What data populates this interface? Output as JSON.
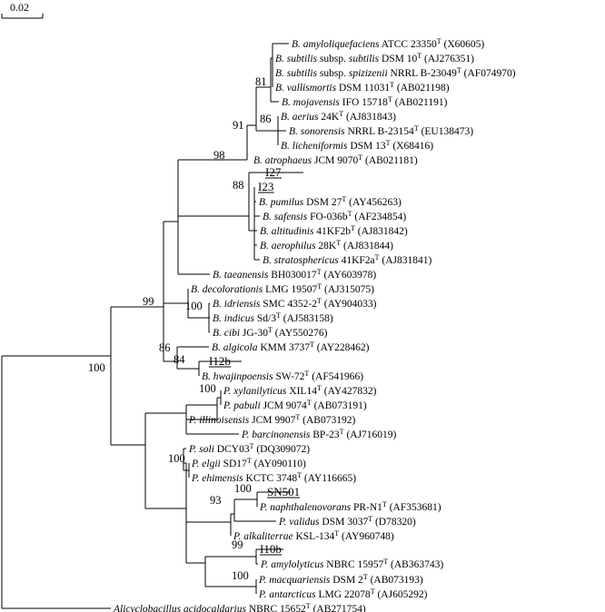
{
  "scale_bar": {
    "label": "0.02"
  },
  "leaves": [
    {
      "id": "l1",
      "parts": [
        {
          "t": "B. amyloliquefaciens",
          "i": true
        },
        {
          "t": " ATCC 23350"
        },
        {
          "t": "T",
          "s": true
        },
        {
          "t": " (X60605)"
        }
      ]
    },
    {
      "id": "l2",
      "parts": [
        {
          "t": "B. subtilis",
          "i": true
        },
        {
          "t": " subsp. "
        },
        {
          "t": "subtilis",
          "i": true
        },
        {
          "t": " DSM 10"
        },
        {
          "t": "T",
          "s": true
        },
        {
          "t": " (AJ276351)"
        }
      ]
    },
    {
      "id": "l3",
      "parts": [
        {
          "t": "B. subtilis",
          "i": true
        },
        {
          "t": " subsp. "
        },
        {
          "t": "spizizenii",
          "i": true
        },
        {
          "t": " NRRL B-23049"
        },
        {
          "t": "T",
          "s": true
        },
        {
          "t": " (AF074970)"
        }
      ]
    },
    {
      "id": "l4",
      "parts": [
        {
          "t": "B. vallismortis",
          "i": true
        },
        {
          "t": " DSM 11031"
        },
        {
          "t": "T",
          "s": true
        },
        {
          "t": " (AB021198)"
        }
      ]
    },
    {
      "id": "l5",
      "parts": [
        {
          "t": "B. mojavensis",
          "i": true
        },
        {
          "t": " IFO 15718"
        },
        {
          "t": "T",
          "s": true
        },
        {
          "t": " (AB021191)"
        }
      ]
    },
    {
      "id": "l6",
      "parts": [
        {
          "t": "B. aerius",
          "i": true
        },
        {
          "t": " 24K"
        },
        {
          "t": "T",
          "s": true
        },
        {
          "t": " (AJ831843)"
        }
      ]
    },
    {
      "id": "l7",
      "parts": [
        {
          "t": "B. sonorensis",
          "i": true
        },
        {
          "t": " NRRL B-23154"
        },
        {
          "t": "T",
          "s": true
        },
        {
          "t": " (EU138473)"
        }
      ]
    },
    {
      "id": "l8",
      "parts": [
        {
          "t": "B. licheniformis",
          "i": true
        },
        {
          "t": " DSM 13"
        },
        {
          "t": "T",
          "s": true
        },
        {
          "t": " (X68416)"
        }
      ]
    },
    {
      "id": "l9",
      "parts": [
        {
          "t": "B. atrophaeus",
          "i": true
        },
        {
          "t": " JCM 9070"
        },
        {
          "t": "T",
          "s": true
        },
        {
          "t": " (AB021181)"
        }
      ]
    },
    {
      "id": "l10",
      "parts": [
        {
          "t": "I27",
          "u": true
        }
      ]
    },
    {
      "id": "l11",
      "parts": [
        {
          "t": "I23",
          "u": true
        }
      ]
    },
    {
      "id": "l12",
      "parts": [
        {
          "t": "B. pumilus",
          "i": true
        },
        {
          "t": " DSM 27"
        },
        {
          "t": "T",
          "s": true
        },
        {
          "t": " (AY456263)"
        }
      ]
    },
    {
      "id": "l13",
      "parts": [
        {
          "t": "B. safensis",
          "i": true
        },
        {
          "t": " FO-036b"
        },
        {
          "t": "T",
          "s": true
        },
        {
          "t": " (AF234854)"
        }
      ]
    },
    {
      "id": "l14",
      "parts": [
        {
          "t": "B. altitudinis",
          "i": true
        },
        {
          "t": "  41KF2b"
        },
        {
          "t": "T",
          "s": true
        },
        {
          "t": " (AJ831842)"
        }
      ]
    },
    {
      "id": "l15",
      "parts": [
        {
          "t": "B. aerophilus",
          "i": true
        },
        {
          "t": " 28K"
        },
        {
          "t": "T",
          "s": true
        },
        {
          "t": "  (AJ831844)"
        }
      ]
    },
    {
      "id": "l16",
      "parts": [
        {
          "t": "B. stratosphericus",
          "i": true
        },
        {
          "t": "  41KF2a"
        },
        {
          "t": "T",
          "s": true
        },
        {
          "t": " (AJ831841)"
        }
      ]
    },
    {
      "id": "l17",
      "parts": [
        {
          "t": "B. taeanensis",
          "i": true
        },
        {
          "t": "  BH030017"
        },
        {
          "t": "T",
          "s": true
        },
        {
          "t": " (AY603978)"
        }
      ]
    },
    {
      "id": "l18",
      "parts": [
        {
          "t": "B. decolorationis",
          "i": true
        },
        {
          "t": " LMG 19507"
        },
        {
          "t": "T",
          "s": true
        },
        {
          "t": " (AJ315075)"
        }
      ]
    },
    {
      "id": "l19",
      "parts": [
        {
          "t": "B. idriensis",
          "i": true
        },
        {
          "t": " SMC 4352-2"
        },
        {
          "t": "T",
          "s": true
        },
        {
          "t": " (AY904033)"
        }
      ]
    },
    {
      "id": "l20",
      "parts": [
        {
          "t": "B. indicus",
          "i": true
        },
        {
          "t": " Sd/3"
        },
        {
          "t": "T",
          "s": true
        },
        {
          "t": " (AJ583158)"
        }
      ]
    },
    {
      "id": "l21",
      "parts": [
        {
          "t": "B. cibi",
          "i": true
        },
        {
          "t": " JG-30"
        },
        {
          "t": "T",
          "s": true
        },
        {
          "t": " (AY550276)"
        }
      ]
    },
    {
      "id": "l22",
      "parts": [
        {
          "t": "B. algicola",
          "i": true
        },
        {
          "t": " KMM 3737"
        },
        {
          "t": "T",
          "s": true
        },
        {
          "t": " (AY228462)"
        }
      ]
    },
    {
      "id": "l23",
      "parts": [
        {
          "t": "I12b",
          "u": true
        }
      ]
    },
    {
      "id": "l24",
      "parts": [
        {
          "t": "B. hwajinpoensis",
          "i": true
        },
        {
          "t": " SW-72"
        },
        {
          "t": "T",
          "s": true
        },
        {
          "t": " (AF541966)"
        }
      ]
    },
    {
      "id": "l25",
      "parts": [
        {
          "t": "P. xylanilyticus",
          "i": true
        },
        {
          "t": " XIL14"
        },
        {
          "t": "T",
          "s": true
        },
        {
          "t": " (AY427832)"
        }
      ]
    },
    {
      "id": "l26",
      "parts": [
        {
          "t": "P. pabuli",
          "i": true
        },
        {
          "t": "  JCM 9074"
        },
        {
          "t": "T",
          "s": true
        },
        {
          "t": " (AB073191)"
        }
      ]
    },
    {
      "id": "l27",
      "parts": [
        {
          "t": "P. illinoisensis",
          "i": true
        },
        {
          "t": " JCM 9907"
        },
        {
          "t": "T",
          "s": true
        },
        {
          "t": " (AB073192)"
        }
      ]
    },
    {
      "id": "l28",
      "parts": [
        {
          "t": "P. barcinonensis",
          "i": true
        },
        {
          "t": " BP-23"
        },
        {
          "t": "T",
          "s": true
        },
        {
          "t": " (AJ716019)"
        }
      ]
    },
    {
      "id": "l29",
      "parts": [
        {
          "t": "P. soli",
          "i": true
        },
        {
          "t": " DCY03"
        },
        {
          "t": "T",
          "s": true
        },
        {
          "t": " (DQ309072)"
        }
      ]
    },
    {
      "id": "l30",
      "parts": [
        {
          "t": "P. elgii",
          "i": true
        },
        {
          "t": " SD17"
        },
        {
          "t": "T",
          "s": true
        },
        {
          "t": " (AY090110)"
        }
      ]
    },
    {
      "id": "l31",
      "parts": [
        {
          "t": "P. ehimensis",
          "i": true
        },
        {
          "t": " KCTC 3748"
        },
        {
          "t": "T",
          "s": true
        },
        {
          "t": " (AY116665)"
        }
      ]
    },
    {
      "id": "l32",
      "parts": [
        {
          "t": "SN501",
          "u": true
        }
      ]
    },
    {
      "id": "l33",
      "parts": [
        {
          "t": "P. naphthalenovorans",
          "i": true
        },
        {
          "t": " PR-N1"
        },
        {
          "t": "T",
          "s": true
        },
        {
          "t": " (AF353681)"
        }
      ]
    },
    {
      "id": "l34",
      "parts": [
        {
          "t": "P. validus",
          "i": true
        },
        {
          "t": " DSM 3037"
        },
        {
          "t": "T",
          "s": true
        },
        {
          "t": " (D78320)"
        }
      ]
    },
    {
      "id": "l35",
      "parts": [
        {
          "t": "P. alkaliterrae",
          "i": true
        },
        {
          "t": " KSL-134"
        },
        {
          "t": "T",
          "s": true
        },
        {
          "t": " (AY960748)"
        }
      ]
    },
    {
      "id": "l36",
      "parts": [
        {
          "t": "I10b",
          "u": true
        }
      ]
    },
    {
      "id": "l37",
      "parts": [
        {
          "t": "P. amylolyticus",
          "i": true
        },
        {
          "t": " NBRC 15957"
        },
        {
          "t": "T",
          "s": true
        },
        {
          "t": " (AB363743)"
        }
      ]
    },
    {
      "id": "l38",
      "parts": [
        {
          "t": "P. macquariensis",
          "i": true
        },
        {
          "t": " DSM 2"
        },
        {
          "t": "T",
          "s": true
        },
        {
          "t": " (AB073193)"
        }
      ]
    },
    {
      "id": "l39",
      "parts": [
        {
          "t": "P. antarcticus",
          "i": true
        },
        {
          "t": " LMG 22078"
        },
        {
          "t": "T",
          "s": true
        },
        {
          "t": " (AJ605292)"
        }
      ]
    },
    {
      "id": "l40",
      "parts": [
        {
          "t": "Alicyclobacillus acidocaldarius",
          "i": true
        },
        {
          "t": " NBRC 15652"
        },
        {
          "t": "T",
          "s": true
        },
        {
          "t": " (AB271754)"
        }
      ]
    }
  ],
  "bootstrap": [
    {
      "id": "b81",
      "value": "81"
    },
    {
      "id": "b86",
      "value": "86"
    },
    {
      "id": "b91",
      "value": "91"
    },
    {
      "id": "b98",
      "value": "98"
    },
    {
      "id": "b88",
      "value": "88"
    },
    {
      "id": "b99a",
      "value": "99"
    },
    {
      "id": "b100a",
      "value": "100"
    },
    {
      "id": "b86b",
      "value": "86"
    },
    {
      "id": "b84",
      "value": "84"
    },
    {
      "id": "b100b",
      "value": "100"
    },
    {
      "id": "b100c",
      "value": "100"
    },
    {
      "id": "b100d",
      "value": "100"
    },
    {
      "id": "b100e",
      "value": "100"
    },
    {
      "id": "b93",
      "value": "93"
    },
    {
      "id": "b99b",
      "value": "99"
    },
    {
      "id": "b100f",
      "value": "100"
    }
  ]
}
